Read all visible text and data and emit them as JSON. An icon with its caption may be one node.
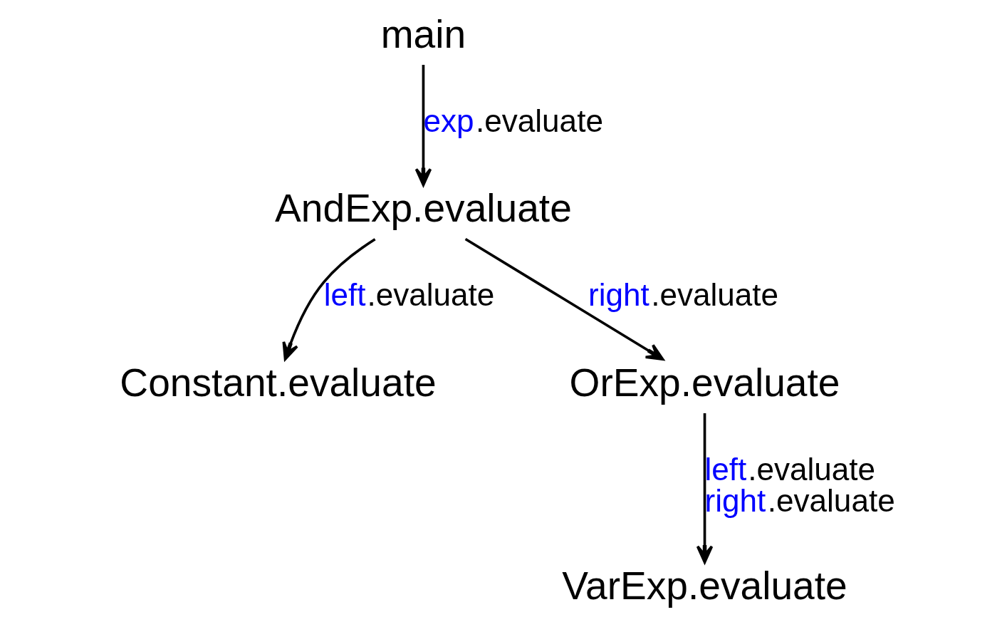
{
  "diagram": {
    "nodes": [
      {
        "text": [
          "main"
        ]
      },
      {
        "text": [
          "AndExp.evaluate"
        ]
      },
      {
        "text": [
          "Constant.evaluate"
        ]
      },
      {
        "text": [
          "OrExp.evaluate"
        ]
      },
      {
        "text": [
          "VarExp.evaluate"
        ]
      }
    ],
    "edges": [
      {
        "from": 0,
        "to": 1,
        "arrow": "to",
        "label": "exp.evaluate"
      },
      {
        "from": 1,
        "to": 2,
        "arrow": "to",
        "label": "left.evaluate"
      },
      {
        "from": 1,
        "to": 3,
        "arrow": "to",
        "label": "right.evaluate"
      },
      {
        "from": 3,
        "to": 4,
        "arrow": "to",
        "label": "left.evaluate right.evaluate"
      }
    ]
  }
}
